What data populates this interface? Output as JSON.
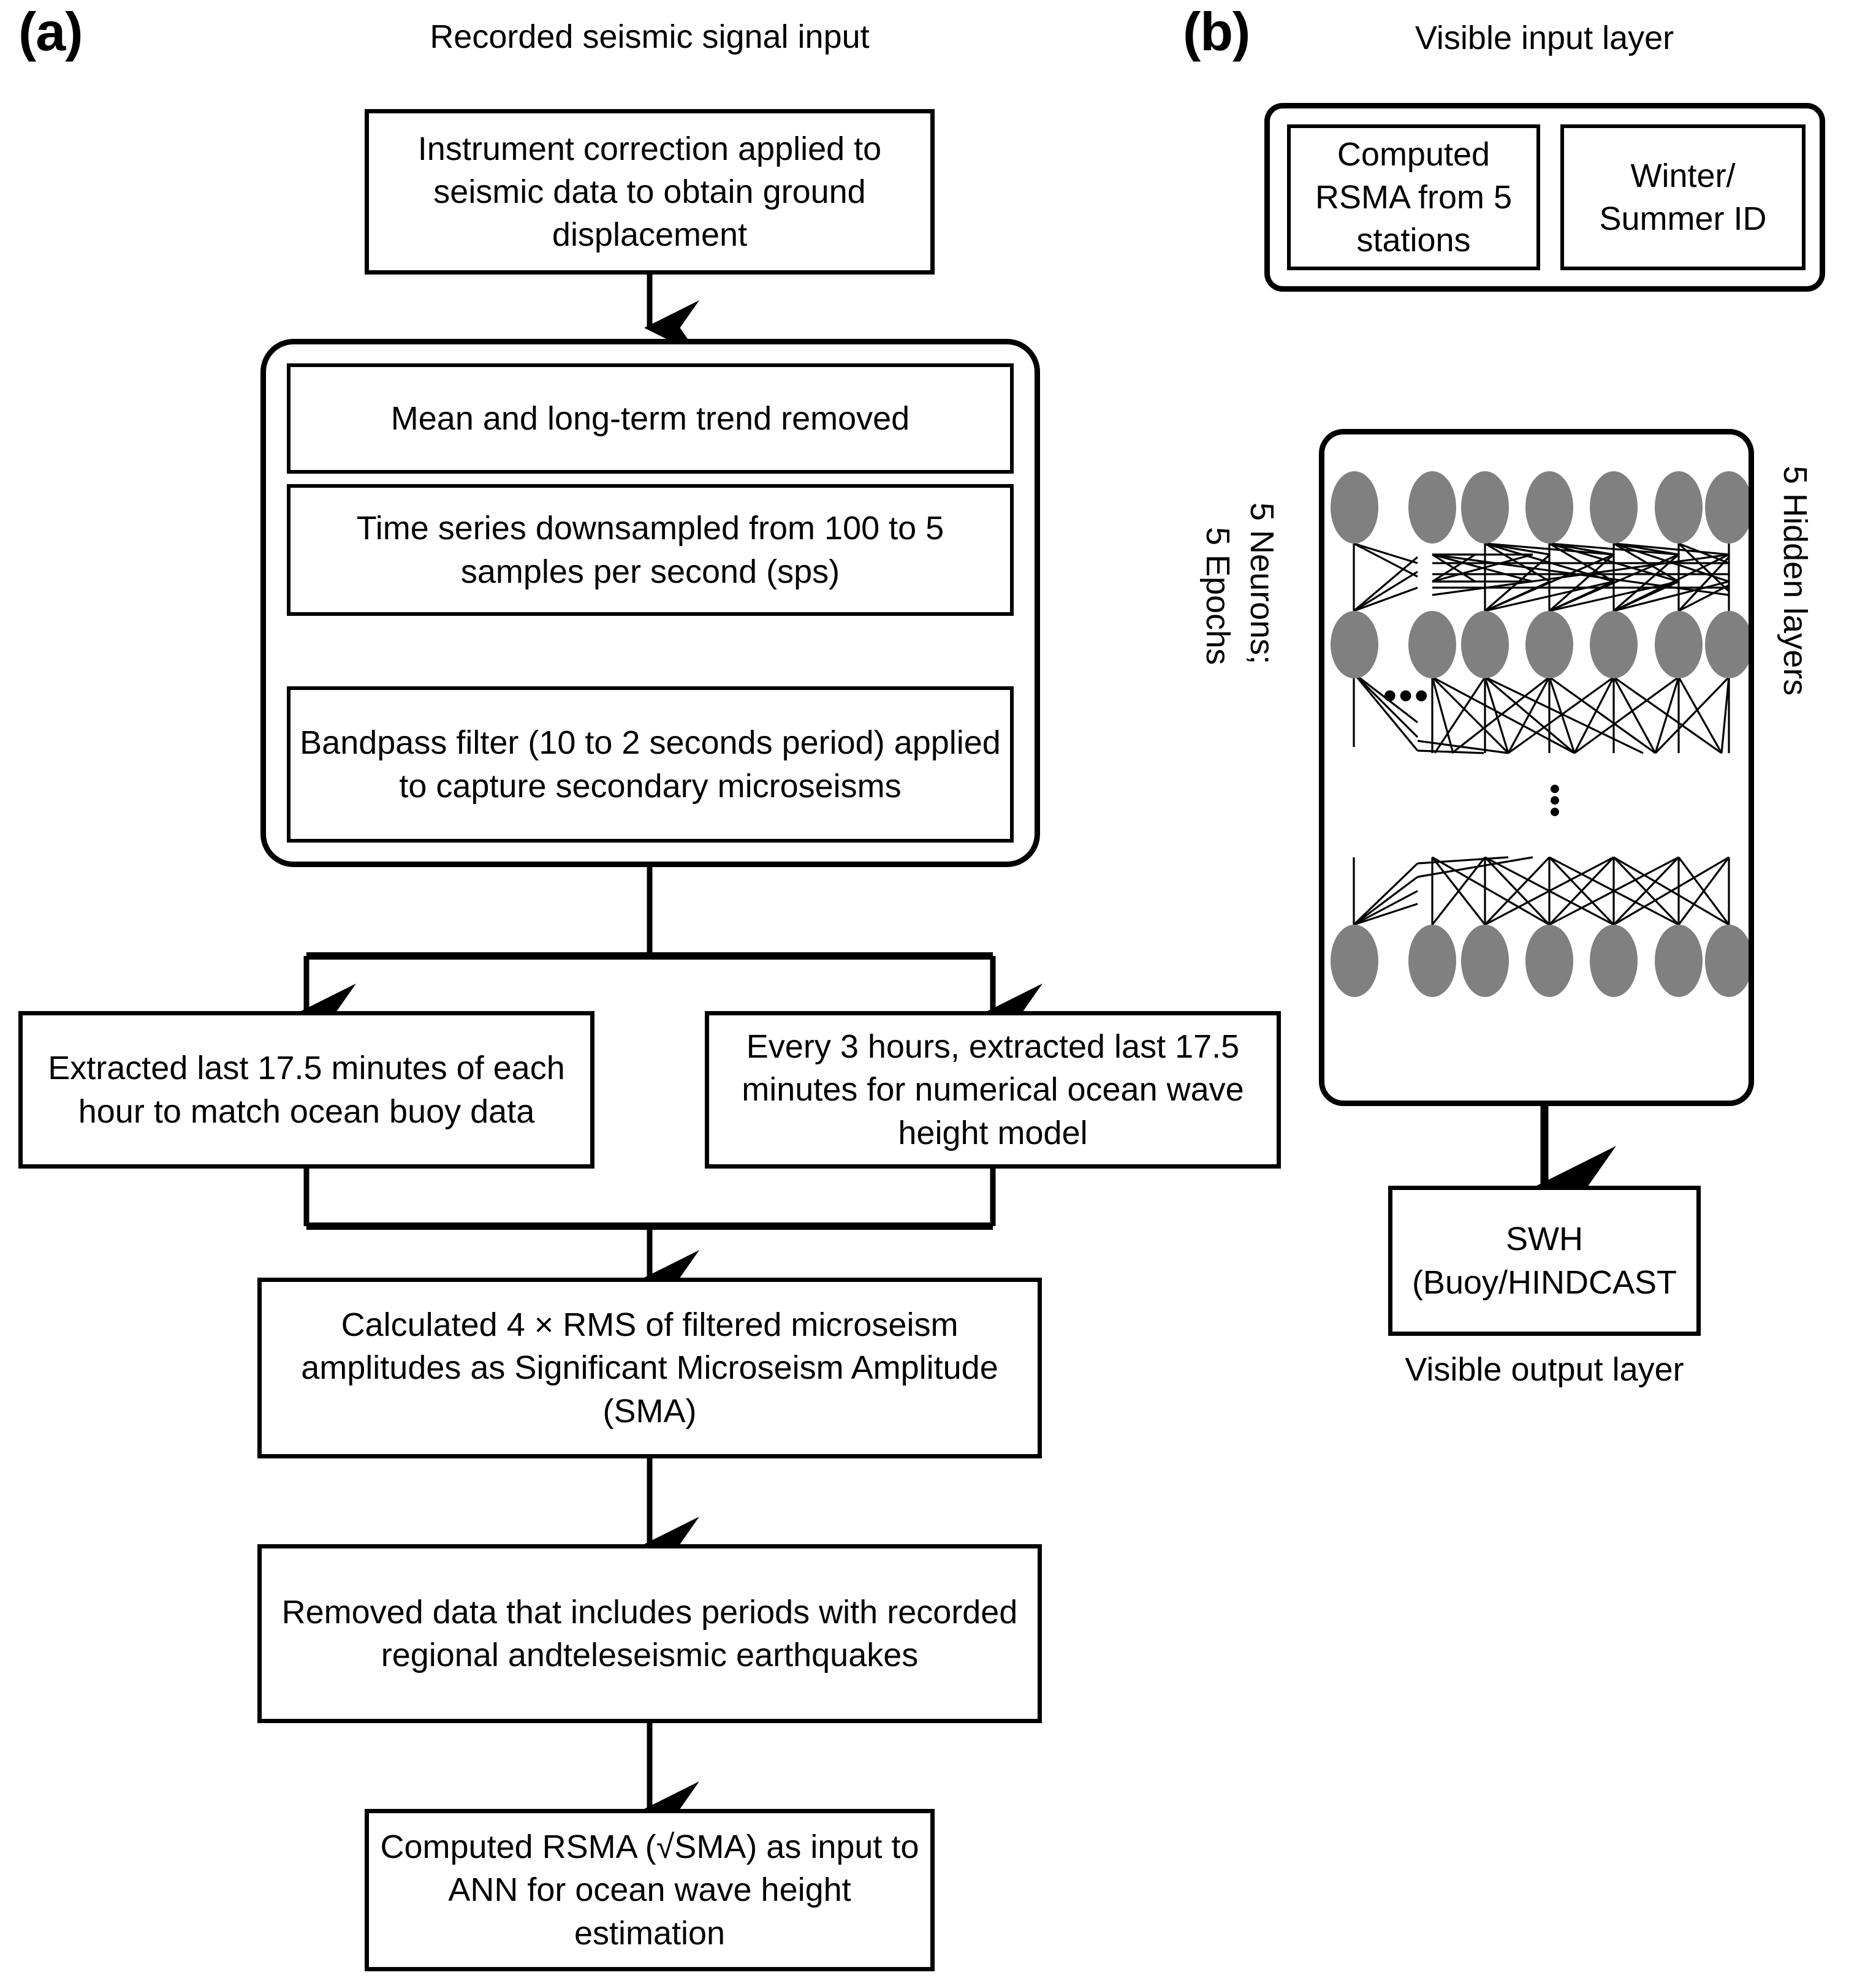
{
  "figure": {
    "panel_a_label": "(a)",
    "panel_b_label": "(b)"
  },
  "panel_a": {
    "top_caption": "Recorded seismic signal input",
    "step_instrument": "Instrument correction applied to seismic data to obtain ground displacement",
    "preprocessing_group": [
      "Mean and long-term trend removed",
      "Time series downsampled from 100 to 5 samples per second (sps)",
      "Bandpass filter (10 to 2 seconds period) applied to capture secondary microseisms"
    ],
    "branch_left": "Extracted last 17.5 minutes of each hour to match ocean buoy data",
    "branch_right": "Every 3 hours, extracted last 17.5 minutes for numerical ocean wave height model",
    "step_sma": "Calculated 4 × RMS of filtered microseism amplitudes as Significant Microseism Amplitude (SMA)",
    "step_remove_eq": "Removed data that includes periods with recorded regional andteleseismic earthquakes",
    "step_rsma": "Computed RSMA (√SMA) as input to ANN for ocean wave height estimation"
  },
  "panel_b": {
    "input_caption": "Visible input layer",
    "input_boxes": [
      "Computed RSMA from 5 stations",
      "Winter/ Summer ID"
    ],
    "left_label_line1": "5 Neurons;",
    "left_label_line2": "5 Epochs",
    "right_label": "5 Hidden layers",
    "ellipsis_horizontal": "•••",
    "ellipsis_vertical": "•••",
    "output_box": "SWH (Buoy/HINDCAST",
    "output_caption": "Visible output layer"
  },
  "style": {
    "line_color": "#000000",
    "node_color": "#808080",
    "background": "#ffffff"
  }
}
